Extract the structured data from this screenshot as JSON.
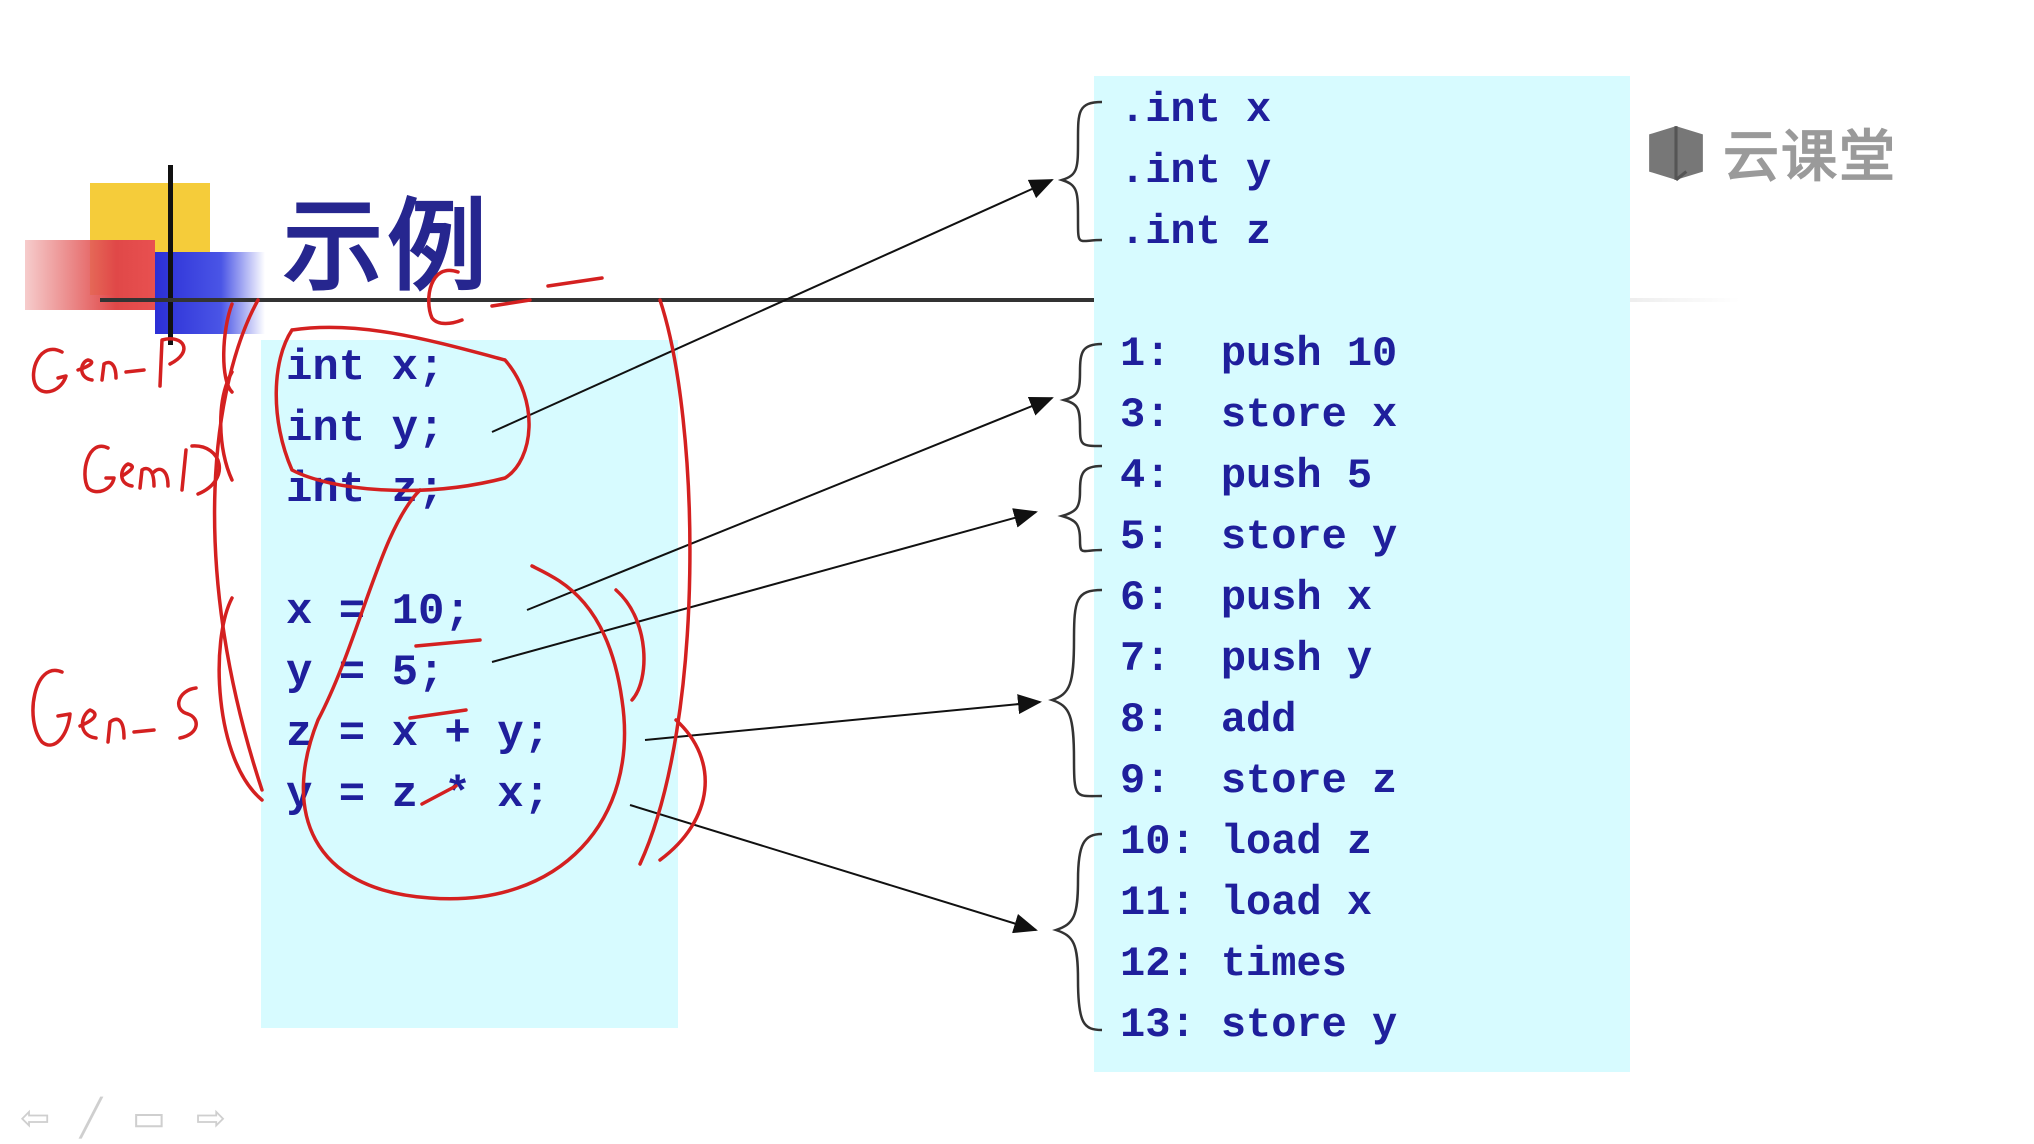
{
  "slide": {
    "title": "示例",
    "source_code": [
      "int x;",
      "int y;",
      "int z;",
      "",
      "x = 10;",
      "y = 5;",
      "z = x + y;",
      "y = z * x;"
    ],
    "stack_code": [
      ".int x",
      ".int y",
      ".int z",
      "",
      "1:  push 10",
      "3:  store x",
      "4:  push 5",
      "5:  store y",
      "6:  push x",
      "7:  push y",
      "8:  add",
      "9:  store z",
      "10: load z",
      "11: load x",
      "12: times",
      "13: store y"
    ]
  },
  "annotations": {
    "top_label": "C--",
    "left_labels": [
      "Gen-P",
      "GenID",
      "Gen-S"
    ]
  },
  "watermark": {
    "icon": "cloud-classroom-book-icon",
    "text": "云课堂"
  },
  "nav_icons": [
    "back-arrow-icon",
    "pen-icon",
    "screen-icon",
    "forward-arrow-icon"
  ],
  "colors": {
    "code_text": "#1f1f9c",
    "panel_bg": "#d7fbff",
    "annotation": "#d42020",
    "title": "#26268f"
  }
}
